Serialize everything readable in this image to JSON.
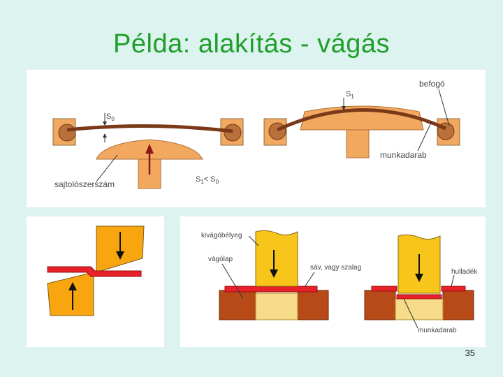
{
  "title": "Példa: alakítás - vágás",
  "top": {
    "labels": {
      "befogo": "befogó",
      "s1": "S",
      "s1_sub": "1",
      "s0": "S",
      "s0_sub": "0",
      "munkadarab": "munkadarab",
      "sajtolo": "sajtolószerszám",
      "cond": "S",
      "cond_sub1": "1",
      "cond_mid": "< S",
      "cond_sub2": "0"
    }
  },
  "bottom_right": {
    "labels": {
      "kivago": "kivágóbélyeg",
      "vagolap": "vágólap",
      "sav": "sáv, vagy szalag",
      "hulladek": "hulladék",
      "munkadarab": "munkadarab"
    }
  },
  "page_number": "35",
  "colors": {
    "title": "#1f9f2a",
    "background": "#ddf3ef",
    "tool_orange": "#f2a95f",
    "clamp": "#b9703a",
    "punch_yellow": "#f8c51a",
    "strip_red": "#e8202a",
    "die_brown": "#b84a18"
  }
}
